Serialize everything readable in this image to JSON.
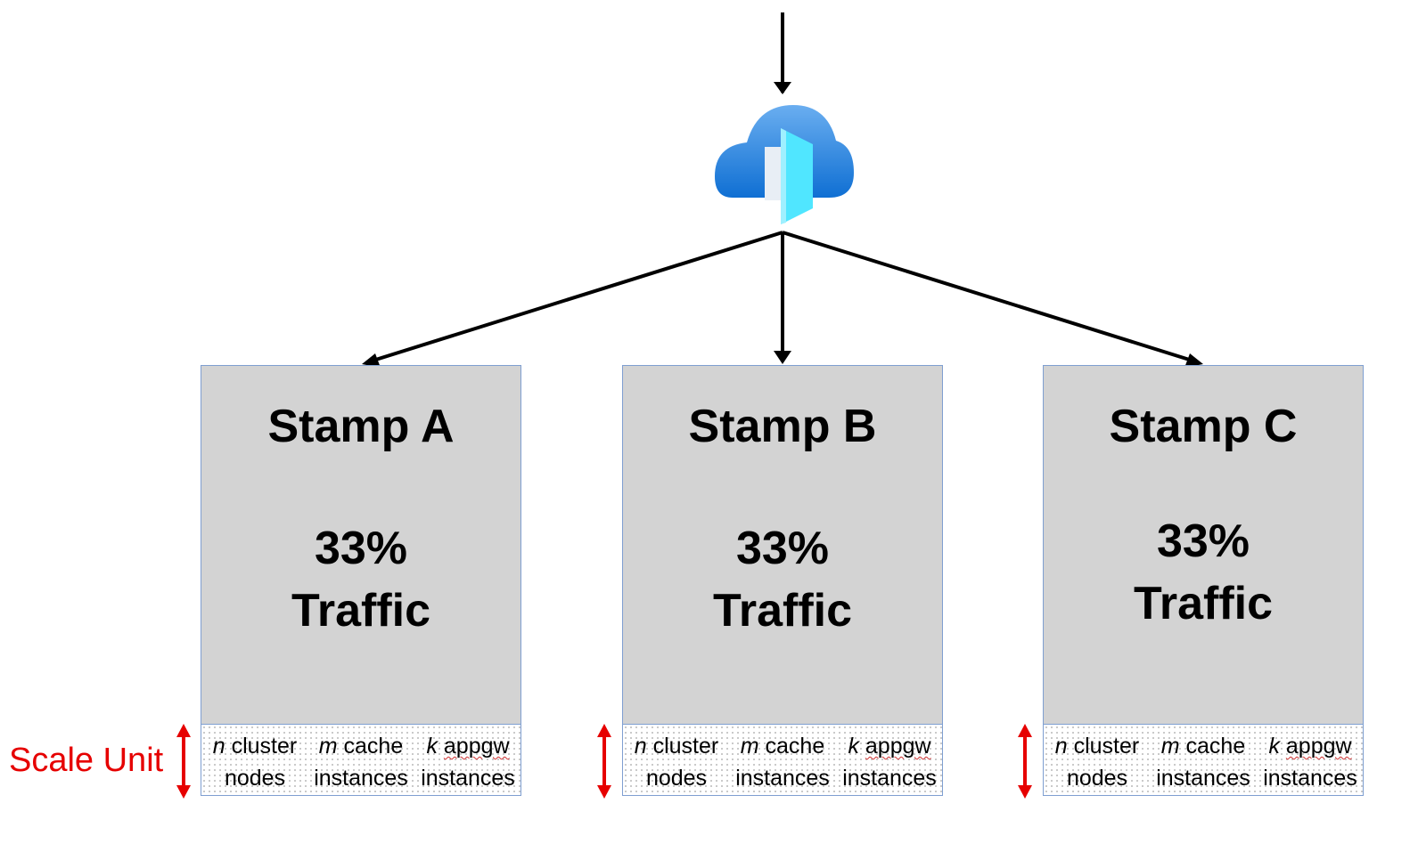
{
  "colors": {
    "box_fill": "#d3d3d3",
    "box_border": "#7f9fd1",
    "arrow": "#000000",
    "scale_arrow": "#e60000",
    "cloud_dark": "#0f6fd3",
    "cloud_light": "#6aaef0",
    "gate_light": "#50e6ff"
  },
  "icon": "azure-front-door-icon",
  "stamps": [
    {
      "title": "Stamp A",
      "traffic_pct": "33%",
      "traffic_word": "Traffic",
      "scale": {
        "c1_var": "n",
        "c1_a": " cluster",
        "c1_b": "nodes",
        "c2_var": "m",
        "c2_a": " cache",
        "c2_b": "instances",
        "c3_var": "k",
        "c3_a": "appgw",
        "c3_b": "instances"
      }
    },
    {
      "title": "Stamp B",
      "traffic_pct": "33%",
      "traffic_word": "Traffic",
      "scale": {
        "c1_var": "n",
        "c1_a": " cluster",
        "c1_b": "nodes",
        "c2_var": "m",
        "c2_a": " cache",
        "c2_b": "instances",
        "c3_var": "k",
        "c3_a": "appgw",
        "c3_b": "instances"
      }
    },
    {
      "title": "Stamp C",
      "traffic_pct": "33%",
      "traffic_word": "Traffic",
      "scale": {
        "c1_var": "n",
        "c1_a": " cluster",
        "c1_b": "nodes",
        "c2_var": "m",
        "c2_a": " cache",
        "c2_b": "instances",
        "c3_var": "k",
        "c3_a": "appgw",
        "c3_b": "instances"
      }
    }
  ],
  "scale_unit_label": "Scale Unit"
}
